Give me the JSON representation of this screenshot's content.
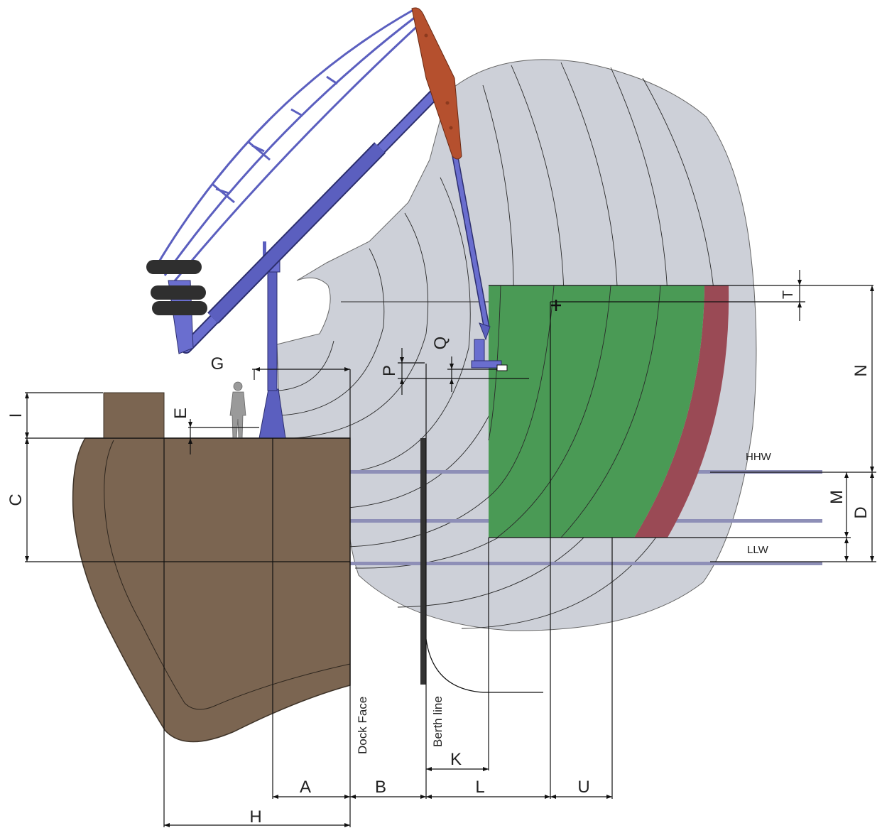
{
  "dimension_labels": {
    "A": "A",
    "B": "B",
    "C": "C",
    "D": "D",
    "E": "E",
    "G": "G",
    "H": "H",
    "I": "I",
    "K": "K",
    "L": "L",
    "M": "M",
    "N": "N",
    "P": "P",
    "Q": "Q",
    "T": "T",
    "U": "U"
  },
  "water_levels": {
    "hhw": "HHW",
    "llw": "LLW"
  },
  "annotations": {
    "dock_face": "Dock Face",
    "berth_line": "Berth line"
  },
  "colors": {
    "envelope": "#cdd0d8",
    "operating_zone": "#4a9a55",
    "alarm_band": "#9a4a55",
    "dock": "#7b6551",
    "arm": "#5b5fbf",
    "coupler_link": "#b5502e",
    "counterweight": "#2f2f2f",
    "fender": "#333333",
    "water_line": "#8e8fb7"
  },
  "icons": {
    "person": "person-silhouette-icon",
    "coupler": "coupler-icon",
    "counterweight": "counterweight-icon"
  }
}
